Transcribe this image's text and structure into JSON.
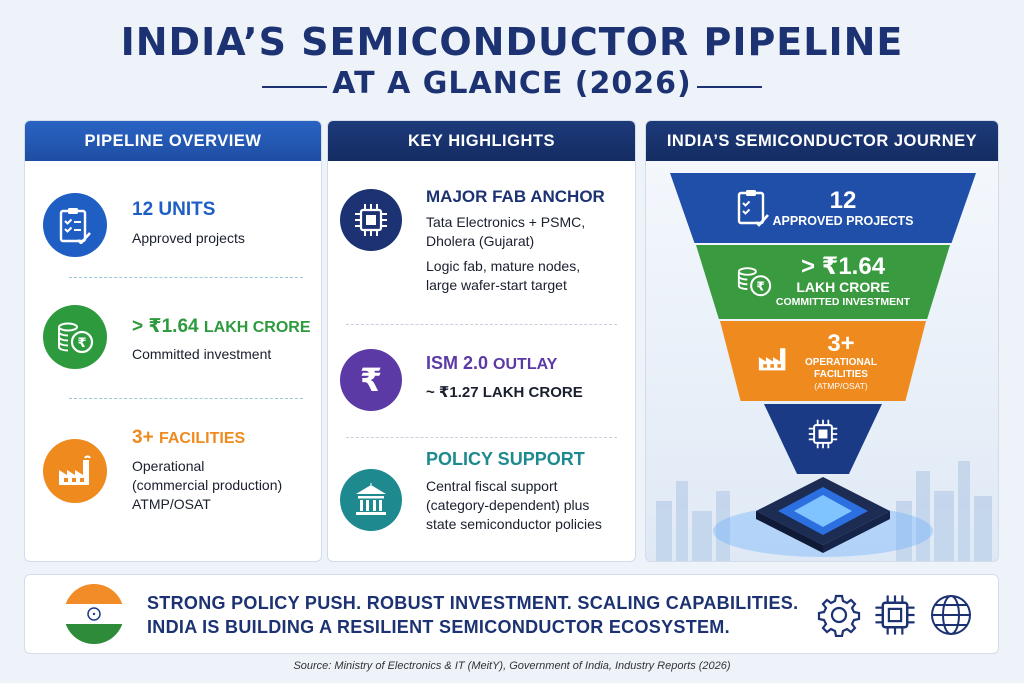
{
  "title": {
    "line1": "INDIA’S SEMICONDUCTOR PIPELINE",
    "line2": "AT A GLANCE (2026)"
  },
  "overview": {
    "heading": "PIPELINE OVERVIEW",
    "items": [
      {
        "value": "12 UNITS",
        "desc": "Approved projects",
        "icon": "clipboard-checklist-icon",
        "color": "#1f5fc4"
      },
      {
        "value_prefix": "> ₹1.64",
        "value_suffix": "LAKH CRORE",
        "desc": "Committed investment",
        "icon": "coins-rupee-icon",
        "color": "#2e9a3e"
      },
      {
        "value_prefix": "3+",
        "value_suffix": "FACILITIES",
        "desc_lines": [
          "Operational",
          "(commercial production)",
          "ATMP/OSAT"
        ],
        "icon": "factory-icon",
        "color": "#ef8a1f"
      }
    ]
  },
  "highlights": {
    "heading": "KEY HIGHLIGHTS",
    "items": [
      {
        "title": "MAJOR FAB ANCHOR",
        "lines": [
          "Tata Electronics + PSMC,",
          "Dholera (Gujarat)",
          "Logic fab, mature nodes,",
          "large wafer-start target"
        ],
        "icon": "chip-icon",
        "color": "#1c3272"
      },
      {
        "title_prefix": "ISM 2.0",
        "title_suffix": "OUTLAY",
        "lines": [
          "~ ₹1.27 LAKH CRORE"
        ],
        "icon": "rupee-icon",
        "color": "#5b3aa6"
      },
      {
        "title": "POLICY SUPPORT",
        "lines": [
          "Central fiscal support",
          "(category-dependent) plus",
          "state semiconductor policies"
        ],
        "icon": "government-building-icon",
        "color": "#1e8a8f"
      }
    ]
  },
  "journey": {
    "heading": "INDIA’S SEMICONDUCTOR JOURNEY",
    "layers": [
      {
        "num": "12",
        "text": [
          "APPROVED PROJECTS"
        ],
        "color": "#1f4fa8",
        "icon": "clipboard-checklist-icon"
      },
      {
        "num": "> ₹1.64",
        "text": [
          "LAKH CRORE",
          "COMMITTED INVESTMENT"
        ],
        "color": "#3a9a3f",
        "icon": "coins-rupee-icon"
      },
      {
        "num": "3+",
        "text": [
          "OPERATIONAL",
          "FACILITIES",
          "(ATMP/OSAT)"
        ],
        "color": "#ef8a1f",
        "icon": "factory-icon"
      },
      {
        "num": "",
        "text": [],
        "color": "#1a3a86",
        "icon": "chip-icon"
      }
    ]
  },
  "bottom": {
    "line1": "STRONG POLICY PUSH. ROBUST INVESTMENT. SCALING CAPABILITIES.",
    "line2": "INDIA IS BUILDING A RESILIENT SEMICONDUCTOR ECOSYSTEM.",
    "icons": [
      "india-flag-icon",
      "gear-icon",
      "chip-icon",
      "globe-icon"
    ]
  },
  "source": "Source: Ministry of Electronics & IT (MeitY), Government of India, Industry Reports (2026)"
}
